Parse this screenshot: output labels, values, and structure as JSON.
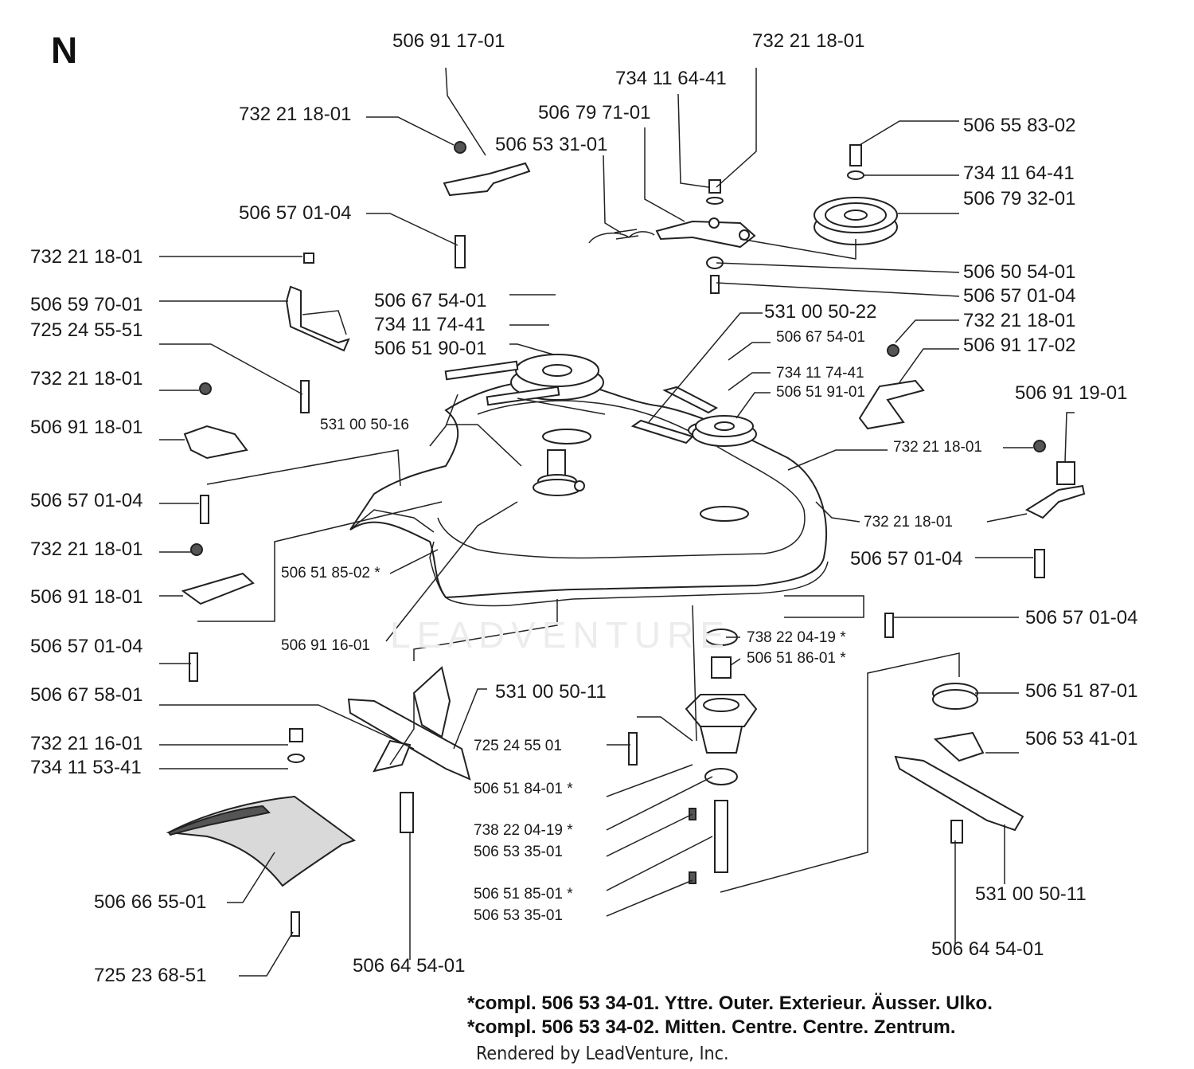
{
  "section_letter": "N",
  "labels": [
    "506 91 17-01",
    "732 21 18-01",
    "734 11 64-41",
    "732 21 18-01",
    "506 79 71-01",
    "506 53 31-01",
    "506 55 83-02",
    "734 11 64-41",
    "506 79 32-01",
    "506 57 01-04",
    "732 21 18-01",
    "506 59 70-01",
    "725 24 55-51",
    "506 50 54-01",
    "506 67 54-01",
    "506 57 01-04",
    "734 11 74-41",
    "531 00 50-22",
    "506 51 90-01",
    "732 21 18-01",
    "506 67 54-01",
    "506 91 17-02",
    "732 21 18-01",
    "734 11 74-41",
    "506 51 91-01",
    "506 91 19-01",
    "506 91 18-01",
    "531 00 50-16",
    "732 21 18-01",
    "506 57 01-04",
    "732 21 18-01",
    "732 21 18-01",
    "506 57 01-04",
    "506 51 85-02 *",
    "506 91 18-01",
    "506 57 01-04",
    "506 91 16-01",
    "738 22 04-19 *",
    "506 57 01-04",
    "506 51 86-01 *",
    "506 67 58-01",
    "531 00 50-11",
    "506 51 87-01",
    "732 21 16-01",
    "725 24 55 01",
    "506 53 41-01",
    "734 11 53-41",
    "506 51 84-01 *",
    "738 22 04-19 *",
    "506 53 35-01",
    "506 66 55-01",
    "506 51 85-01 *",
    "531 00 50-11",
    "506 53 35-01",
    "506 64 54-01",
    "725 23 68-51",
    "506 64 54-01"
  ],
  "notes": [
    "*compl. 506 53 34-01. Yttre. Outer. Exterieur. Äusser. Ulko.",
    "*compl. 506 53 34-02. Mitten. Centre. Centre. Zentrum."
  ],
  "credit": "Rendered by LeadVenture, Inc.",
  "watermark": "LEADVENTURE"
}
